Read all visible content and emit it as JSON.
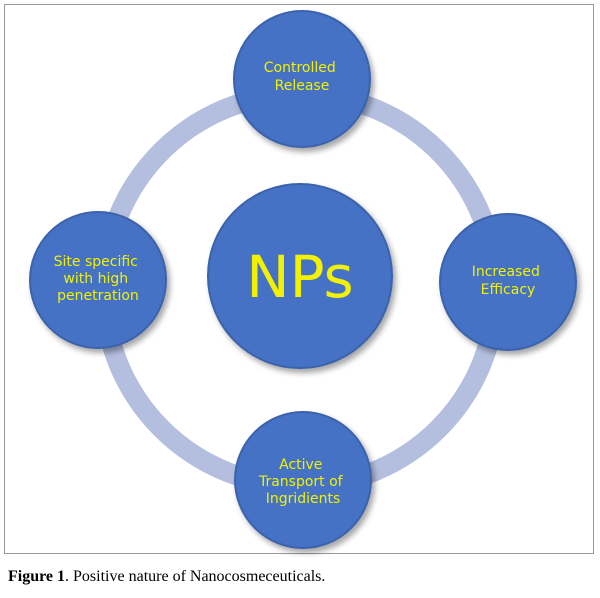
{
  "diagram": {
    "center": {
      "label": "NPs"
    },
    "nodes": [
      {
        "id": "top",
        "lines": [
          "Controlled",
          "Release"
        ]
      },
      {
        "id": "right",
        "lines": [
          "Increased",
          "Efficacy"
        ]
      },
      {
        "id": "bottom",
        "lines": [
          "Active",
          "Transport of",
          "Ingridients"
        ]
      },
      {
        "id": "left",
        "lines": [
          "Site specific",
          "with high",
          "penetration"
        ]
      }
    ],
    "colors": {
      "circle_fill": "#4472c4",
      "circle_border": "#2f528f",
      "ring": "#b4bedf",
      "text": "#f2f200"
    }
  },
  "caption": {
    "label": "Figure 1",
    "text": ". Positive nature of Nanocosmeceuticals."
  }
}
